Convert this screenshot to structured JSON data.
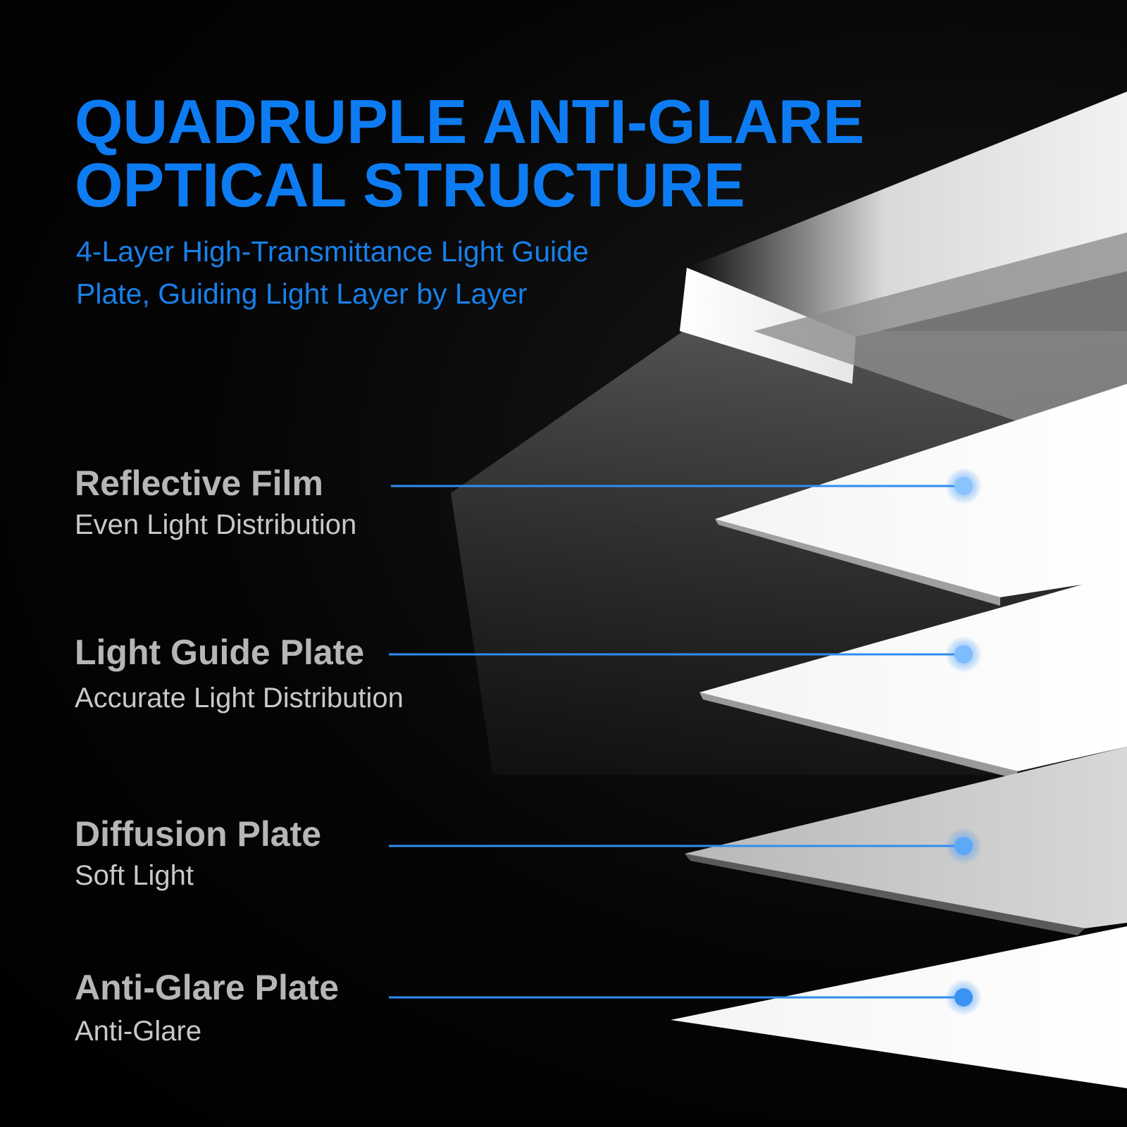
{
  "heading": {
    "line1": "QUADRUPLE ANTI-GLARE",
    "line2": "OPTICAL STRUCTURE",
    "sub_line1": "4-Layer High-Transmittance Light Guide",
    "sub_line2": "Plate, Guiding Light Layer by Layer"
  },
  "layers": [
    {
      "name": "Reflective Film",
      "description": "Even Light Distribution"
    },
    {
      "name": "Light Guide Plate",
      "description": "Accurate Light Distribution"
    },
    {
      "name": "Diffusion Plate",
      "description": "Soft Light"
    },
    {
      "name": "Anti-Glare Plate",
      "description": "Anti-Glare"
    }
  ],
  "colors": {
    "heading": "#0d7cf2",
    "subheading": "#1880ea",
    "callout_line": "#2f8df0",
    "layer_text": "#b6b6b6",
    "background": "#000000"
  }
}
